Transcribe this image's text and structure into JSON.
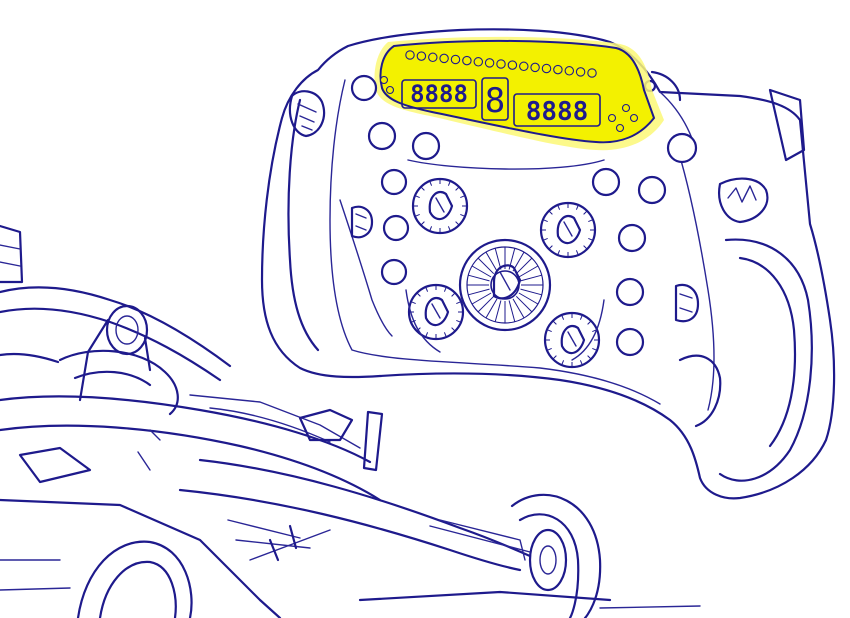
{
  "colors": {
    "line": "#1e1a8c",
    "highlight": "#f3f100",
    "highlight_glow": "#fbf877",
    "background": "#ffffff"
  },
  "display": {
    "led_count": 17,
    "left_readout": "8888",
    "center_readout": "8",
    "right_readout": "8888"
  },
  "icons": [
    "steering-wheel-icon",
    "race-car-icon",
    "rotary-knob-icon",
    "paddle-icon"
  ]
}
